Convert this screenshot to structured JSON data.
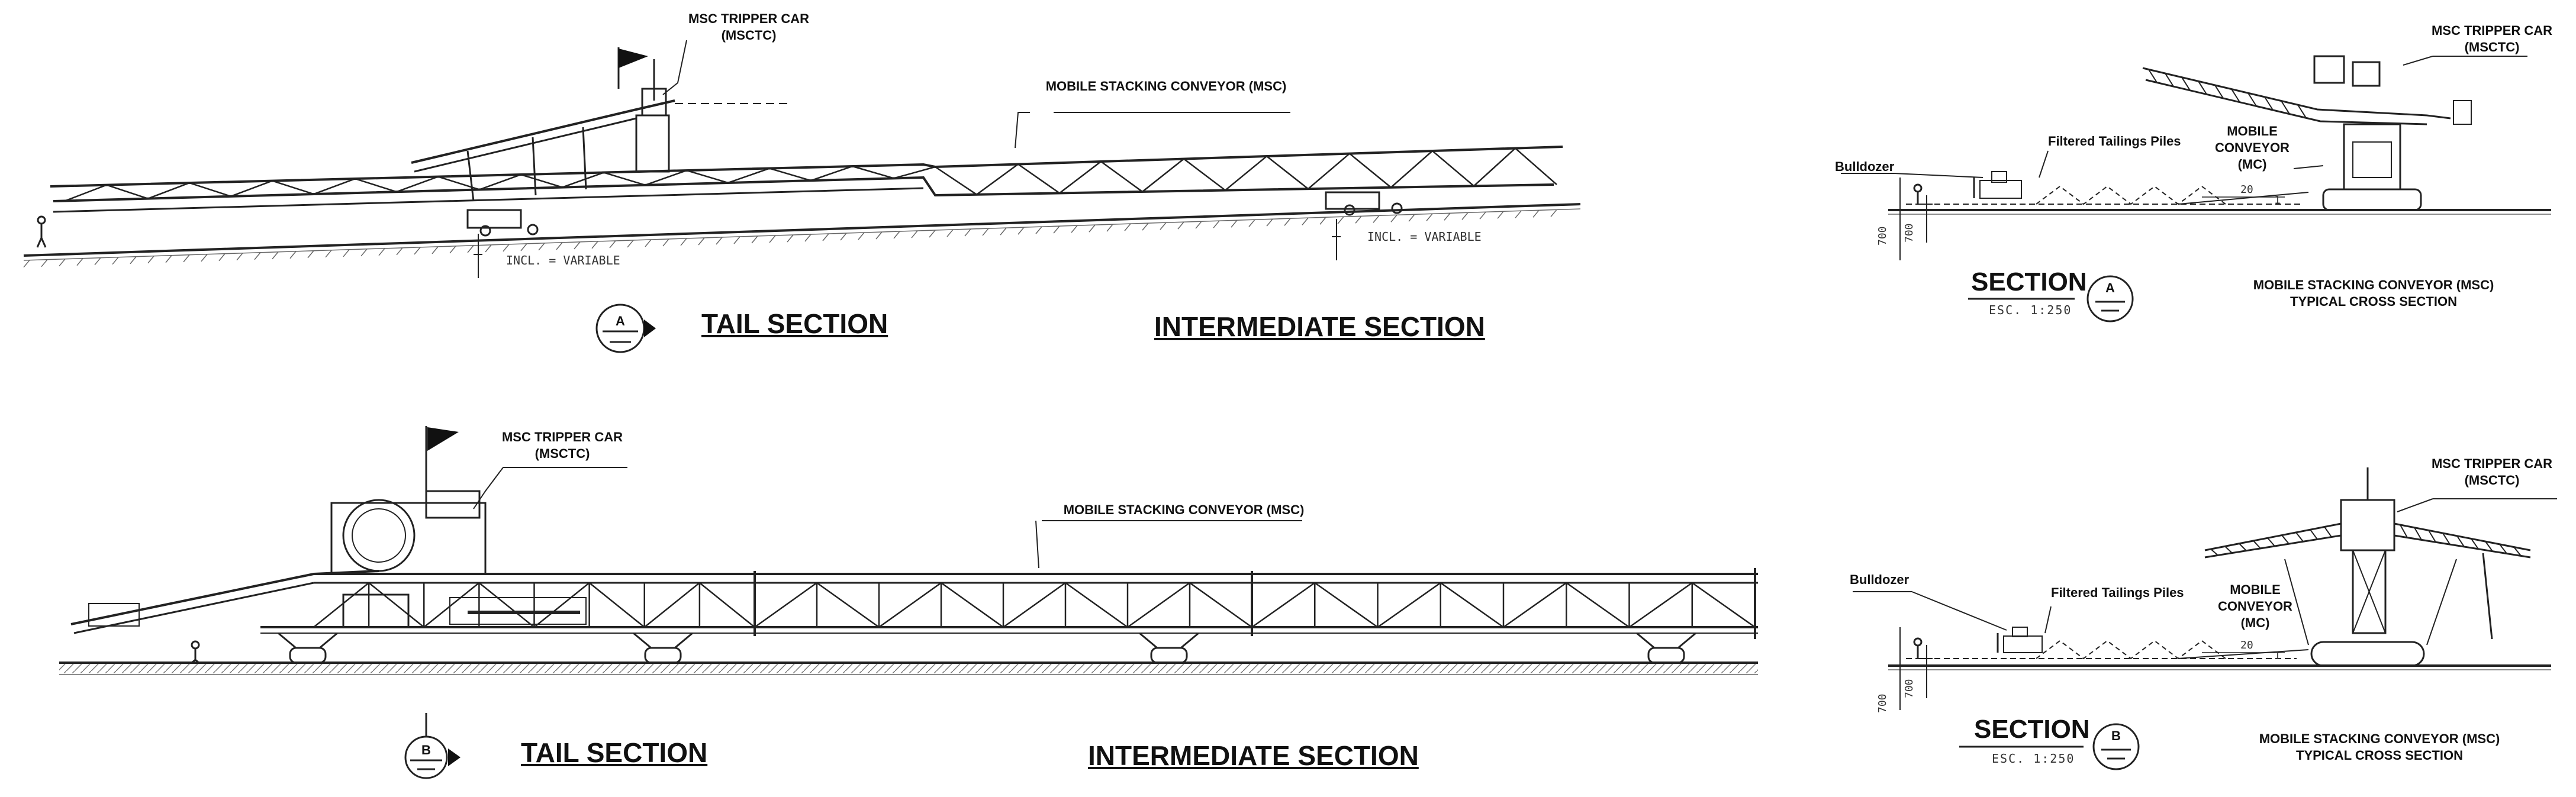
{
  "top_left": {
    "tripper_car_label": [
      "MSC TRIPPER CAR",
      "(MSCTC)"
    ],
    "conveyor_label": "MOBILE STACKING CONVEYOR (MSC)",
    "incl_1": "INCL. = VARIABLE",
    "incl_2": "INCL. = VARIABLE",
    "section_marker": "A",
    "tail_title": "TAIL SECTION",
    "intermediate_title": "INTERMEDIATE SECTION"
  },
  "bottom_left": {
    "tripper_car_label": [
      "MSC TRIPPER CAR",
      "(MSCTC)"
    ],
    "conveyor_label": "MOBILE STACKING CONVEYOR (MSC)",
    "section_marker": "B",
    "tail_title": "TAIL SECTION",
    "intermediate_title": "INTERMEDIATE SECTION"
  },
  "top_right": {
    "tripper_car_label": [
      "MSC TRIPPER CAR",
      "(MSCTC)"
    ],
    "bulldozer_label": "Bulldozer",
    "piles_label": "Filtered Tailings Piles",
    "mobile_conveyor_label": [
      "MOBILE",
      "CONVEYOR",
      "(MC)"
    ],
    "dim_700_a": "700",
    "dim_700_b": "700",
    "slope_20": "20",
    "slope_1": "1",
    "section_word": "SECTION",
    "section_marker": "A",
    "scale": "ESC. 1:250",
    "caption": [
      "MOBILE STACKING CONVEYOR (MSC)",
      "TYPICAL CROSS SECTION"
    ]
  },
  "bottom_right": {
    "tripper_car_label": [
      "MSC TRIPPER CAR",
      "(MSCTC)"
    ],
    "bulldozer_label": "Bulldozer",
    "piles_label": "Filtered Tailings Piles",
    "mobile_conveyor_label": [
      "MOBILE",
      "CONVEYOR",
      "(MC)"
    ],
    "dim_700_a": "700",
    "dim_700_b": "700",
    "slope_20": "20",
    "slope_1": "1",
    "section_word": "SECTION",
    "section_marker": "B",
    "scale": "ESC. 1:250",
    "caption": [
      "MOBILE STACKING CONVEYOR (MSC)",
      "TYPICAL CROSS SECTION"
    ]
  }
}
